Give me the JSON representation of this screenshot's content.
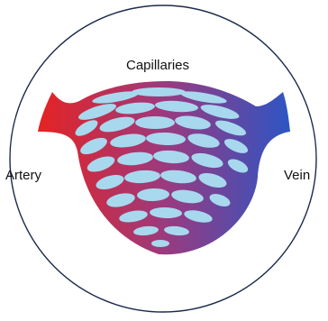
{
  "labels": {
    "capillaries": "Capillaries",
    "artery": "Artery",
    "vein": "Vein"
  },
  "colors": {
    "artery": "#e52323",
    "vein": "#2d55c4",
    "capillary_fill": "#a8d8ee",
    "circle_stroke": "#1a2a4a",
    "background": "#ffffff"
  }
}
